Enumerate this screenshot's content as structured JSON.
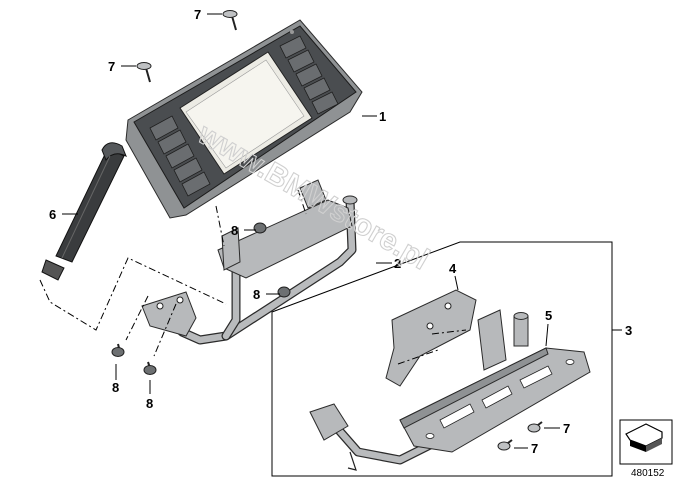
{
  "diagram": {
    "watermark": "www.BMWstore.pl",
    "diagram_number": "480152",
    "callouts": {
      "c1": "1",
      "c2": "2",
      "c3": "3",
      "c4": "4",
      "c5": "5",
      "c6": "6",
      "c7a": "7",
      "c7b": "7",
      "c7c": "7",
      "c7d": "7",
      "c8a": "8",
      "c8b": "8",
      "c8c": "8",
      "c8d": "8"
    }
  }
}
